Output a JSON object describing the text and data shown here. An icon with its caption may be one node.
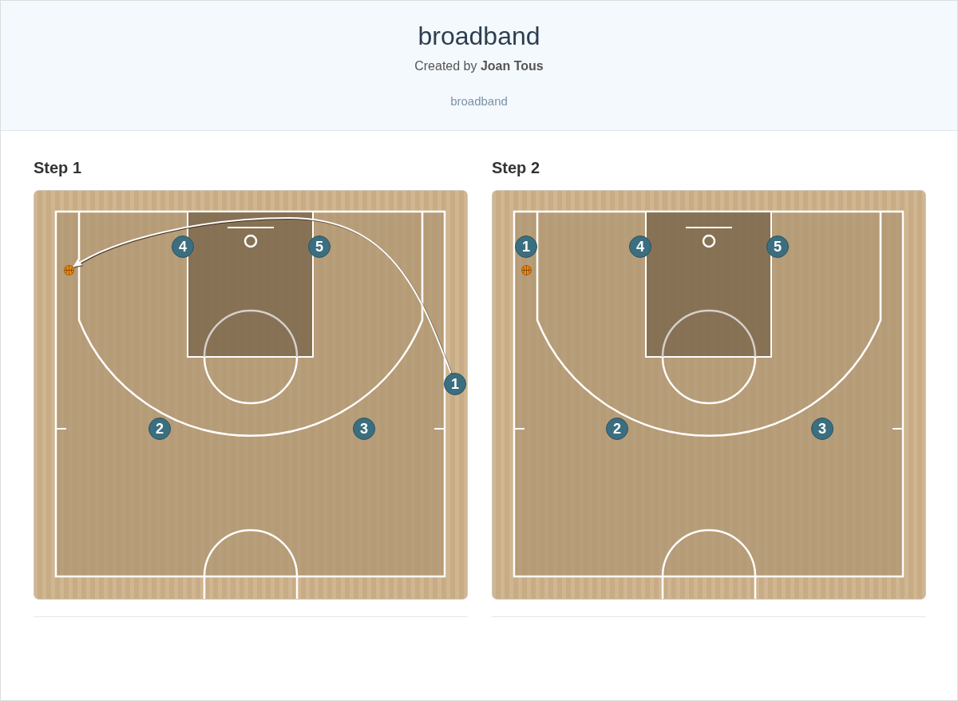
{
  "diagram": {
    "title": "broadband",
    "nodes": [
      {
        "text": [
          "Step 1"
        ]
      },
      {
        "text": [
          "4"
        ],
        "in": 0
      },
      {
        "text": [
          "5"
        ],
        "in": 0
      },
      {
        "text": [],
        "shape": "circle",
        "in": 0
      },
      {
        "text": [
          "1"
        ],
        "in": 0
      },
      {
        "text": [
          "2"
        ],
        "in": 0
      },
      {
        "text": [
          "3"
        ],
        "in": 0
      },
      {
        "text": [
          "Step 2"
        ]
      },
      {
        "text": [
          "1"
        ],
        "in": 7
      },
      {
        "text": [
          "4"
        ],
        "in": 7
      },
      {
        "text": [
          "5"
        ],
        "in": 7
      },
      {
        "text": [],
        "shape": "circle",
        "in": 7
      },
      {
        "text": [
          "2"
        ],
        "in": 7
      },
      {
        "text": [
          "3"
        ],
        "in": 7
      }
    ],
    "edges": [
      {
        "from": 4,
        "to": 3,
        "arrow": "to"
      }
    ],
    "labels": [
      "Created by **Joan Tous**",
      "broadband"
    ]
  }
}
